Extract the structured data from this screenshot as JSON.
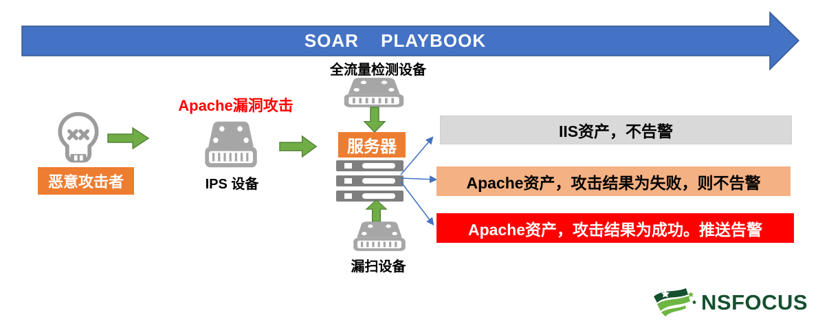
{
  "banner": {
    "label": "SOAR PLAYBOOK",
    "fill": "#4472C4"
  },
  "flow": {
    "attacker_label": "恶意攻击者",
    "attack_label": "Apache漏洞攻击",
    "ips_label": "IPS 设备",
    "detector_label": "全流量检测设备",
    "server_label": "服务器",
    "scanner_label": "漏扫设备"
  },
  "outcomes": [
    {
      "label": "IIS资产，不告警",
      "bg": "#D9D9D9",
      "fg": "#000000"
    },
    {
      "label": "Apache资产，攻击结果为失败，则不告警",
      "bg": "#F4B183",
      "fg": "#000000"
    },
    {
      "label": "Apache资产，攻击结果为成功。推送告警",
      "bg": "#FF0000",
      "fg": "#FFFFFF"
    }
  ],
  "logo": {
    "text": "NSFOCUS",
    "color": "#15502F"
  },
  "icons": {
    "attacker": "skull-icon",
    "ips": "network-appliance-icon",
    "detector": "network-appliance-icon",
    "scanner": "network-appliance-icon",
    "server": "server-rack-icon",
    "flow": "block-arrow-icon",
    "logo": "nsfocus-flag-icon"
  },
  "colors": {
    "banner_blue": "#4472C4",
    "arrow_green": "#70AD47",
    "arrow_green_border": "#538135",
    "label_orange": "#ED7D31",
    "device_gray": "#A6A6A6",
    "rack_gray": "#7F7F7F",
    "connector_blue": "#4472C4",
    "alert_red": "#FF0000"
  }
}
